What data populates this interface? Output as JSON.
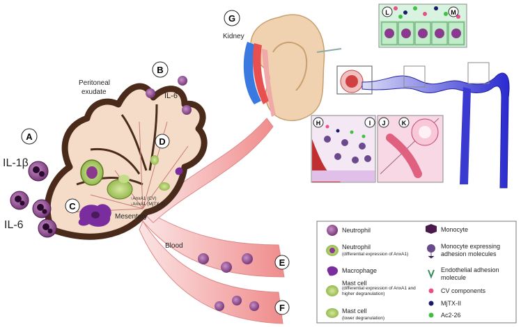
{
  "panels": {
    "A": "A",
    "B": "B",
    "C": "C",
    "D": "D",
    "E": "E",
    "F": "F",
    "G": "G",
    "H": "H",
    "I": "I",
    "J": "J",
    "K": "K",
    "L": "L",
    "M": "M"
  },
  "labels": {
    "il1b": "IL-1β",
    "il6_left": "IL-6",
    "il6_top": "IL-6",
    "peritoneal_line1": "Peritoneal",
    "peritoneal_line2": "exudate",
    "mesentery": "Mesentery",
    "anxa1_cv": "↑AnxA1 (CV)",
    "anxa1_mjtx": "↓AnxA1 (MjTX-II)",
    "blood": "Blood",
    "kidney": "Kidney"
  },
  "legend": {
    "neutrophil": "Neutrophil",
    "neutrophil_diff": "Neutrophil",
    "neutrophil_diff_note": "(differential expression of AnxA1)",
    "macrophage": "Macrophage",
    "mast_high": "Mast cell",
    "mast_high_note": "(differential expression of AnxA1 and higher degranulation)",
    "mast_low": "Mast cell",
    "mast_low_note": "(lower degranulation)",
    "monocyte": "Monocyte",
    "monocyte_adhesion_line1": "Monocyte expressing",
    "monocyte_adhesion_line2": "adhesion molecules",
    "endothelial_line1": "Endothelial adhesion",
    "endothelial_line2": "molecule",
    "cv": "CV components",
    "mjtx": "MjTX-II",
    "ac2": "Ac2-26"
  },
  "colors": {
    "neutrophil": "#8a3a8c",
    "macrophage": "#7a2d9c",
    "mast_green": "#a8c860",
    "mesentery": "#f5dcc8",
    "mesentery_border": "#4a2a1a",
    "vessel": "#f2a8a8",
    "kidney": "#f0d2b0",
    "tubule": "#3a3ad0",
    "cv": "#e8508a",
    "mjtx": "#1a1a6a",
    "ac2": "#40c040"
  }
}
